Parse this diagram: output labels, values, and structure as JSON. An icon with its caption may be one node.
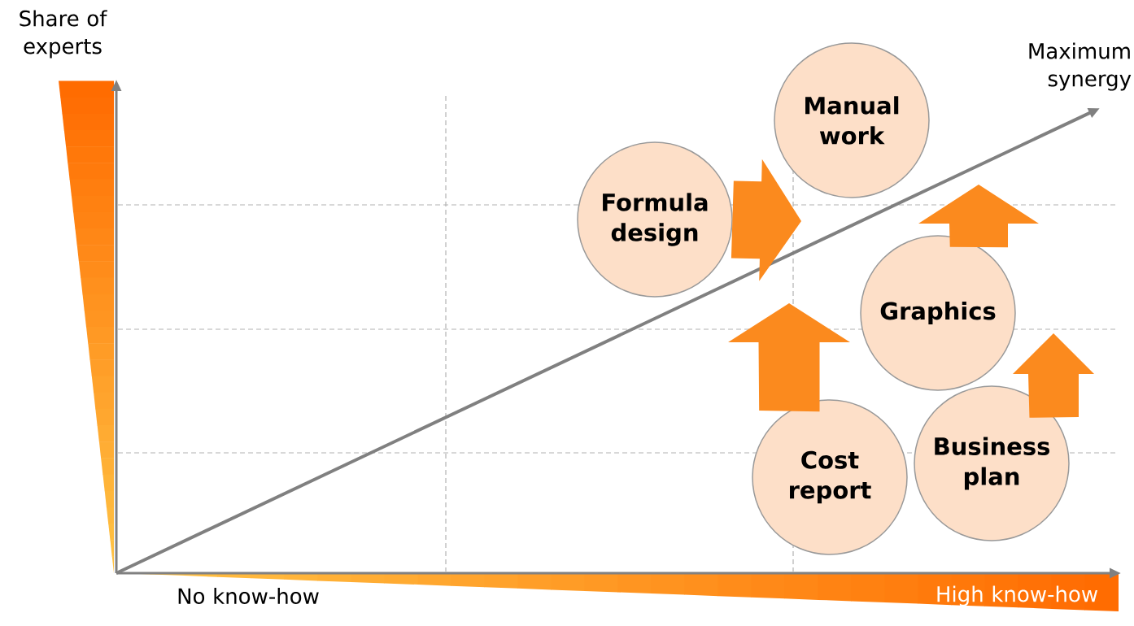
{
  "diagram": {
    "nodes": [
      {
        "text": [
          "Formula design"
        ]
      },
      {
        "text": [
          "Manual work"
        ]
      },
      {
        "text": [
          "Graphics"
        ]
      },
      {
        "text": [
          "Cost report"
        ]
      },
      {
        "text": [
          "Business plan"
        ]
      }
    ],
    "edges": [
      {
        "from": 0,
        "to": null,
        "arrow": "to"
      },
      {
        "from": 3,
        "to": null,
        "arrow": "to"
      },
      {
        "from": 2,
        "to": null,
        "arrow": "to"
      },
      {
        "from": 4,
        "to": null,
        "arrow": "to"
      }
    ],
    "labels": [
      "Share of experts",
      "Maximum synergy",
      "No know-how",
      "High know-how"
    ]
  }
}
